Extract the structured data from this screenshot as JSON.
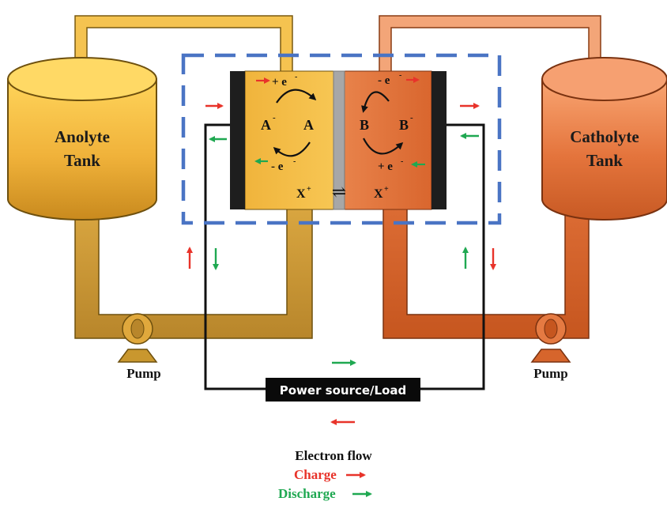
{
  "anolyte_tank": {
    "line1": "Anolyte",
    "line2": "Tank"
  },
  "catholyte_tank": {
    "line1": "Catholyte",
    "line2": "Tank"
  },
  "pump_left": "Pump",
  "pump_right": "Pump",
  "power_box": "Power source/Load",
  "cell": {
    "anode_top": "+ e",
    "anode_bottom": "- e",
    "cathode_top": "- e",
    "cathode_bottom": "+ e",
    "electron_sup": "-",
    "species_a_minus": "A",
    "species_a_minus_sup": "-",
    "species_a": "A",
    "species_b": "B",
    "species_b_minus": "B",
    "species_b_minus_sup": "-",
    "ion_left": "X",
    "ion_right": "X",
    "ion_sup": "+",
    "equilibrium": "⇌"
  },
  "legend": {
    "title": "Electron flow",
    "charge": "Charge",
    "discharge": "Discharge"
  },
  "colors": {
    "charge": "#e8332a",
    "discharge": "#1fa851",
    "anolyte": "#f2b53a",
    "catholyte": "#e2733c",
    "box_dash": "#4a74c4"
  }
}
